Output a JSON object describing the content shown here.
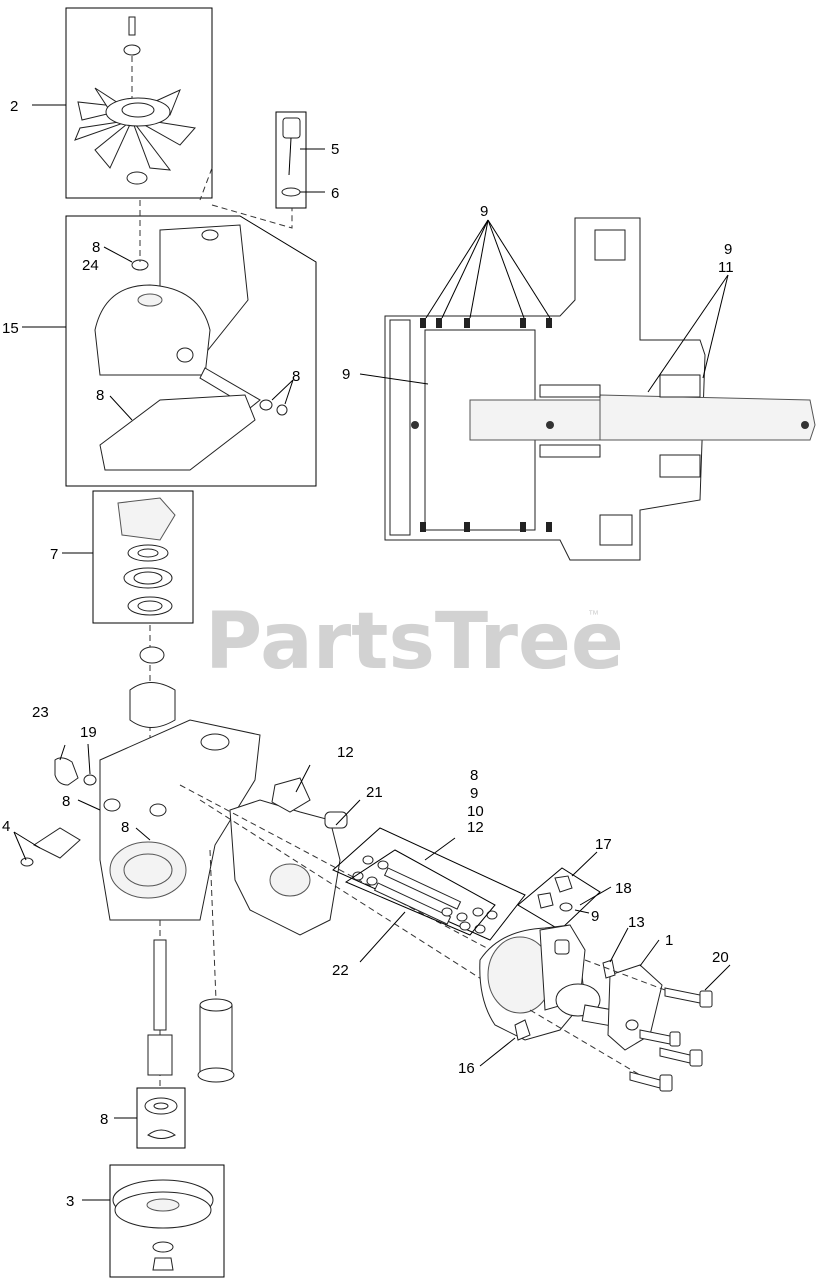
{
  "watermark": {
    "brand": "PartsTree",
    "trademark": "™"
  },
  "callouts": {
    "c1": "1",
    "c2": "2",
    "c3": "3",
    "c4": "4",
    "c5": "5",
    "c6": "6",
    "c7": "7",
    "c8a": "8",
    "c24": "24",
    "c15": "15",
    "c8b": "8",
    "c8c": "8",
    "c9a": "9",
    "c9b": "9",
    "c11": "11",
    "c9c": "9",
    "c12a": "12",
    "c21": "21",
    "c23": "23",
    "c19": "19",
    "c8d": "8",
    "c8e": "8",
    "c8f": "8",
    "c9d": "9",
    "c10": "10",
    "c12b": "12",
    "c17": "17",
    "c18": "18",
    "c9e": "9",
    "c13": "13",
    "c20": "20",
    "c22": "22",
    "c16": "16",
    "c8g": "8"
  }
}
